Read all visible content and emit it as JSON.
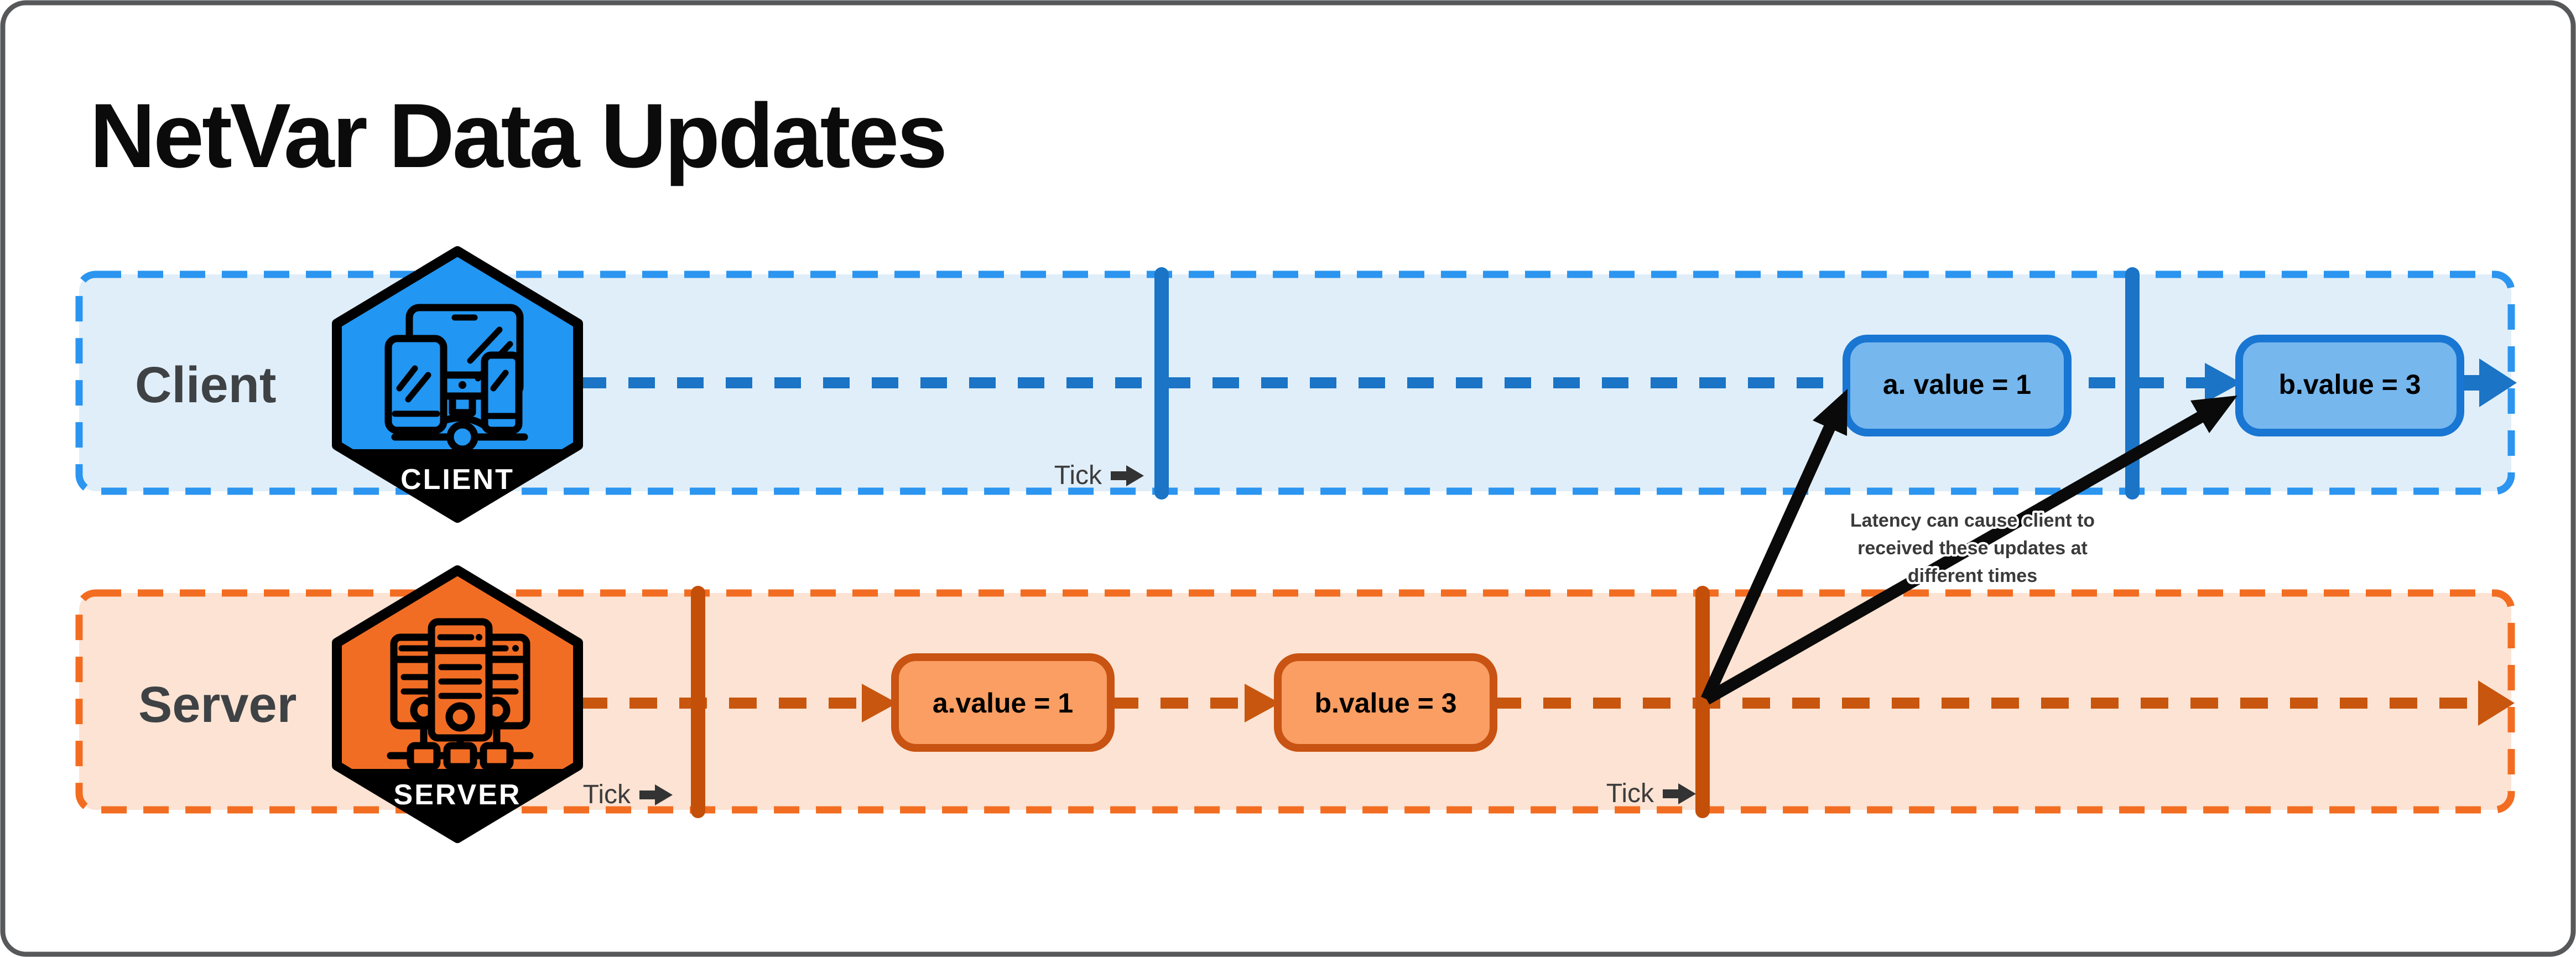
{
  "title": "NetVar Data Updates",
  "colors": {
    "window_border": "#57585a",
    "text_dark": "#3f4245",
    "tick_text": "#3c3c3c",
    "note_text": "#3a3a3a",
    "arrow_black": "#0a0a0a",
    "badge_client": "#2196f3",
    "badge_server": "#f26d24",
    "client_fill": "#e0eef9",
    "client_border": "#2b95f0",
    "client_line": "#1b74c5",
    "client_box_fill": "#76b7ee",
    "client_box_border": "#1976d2",
    "server_fill": "#fce3d3",
    "server_border": "#f26d21",
    "server_line": "#c8560e",
    "server_tick": "#c44f09",
    "server_box_fill": "#fa9e63",
    "server_box_border": "#c85312"
  },
  "client_lane": {
    "label": "Client",
    "badge_label": "CLIENT",
    "tick_label": "Tick",
    "events": [
      {
        "text": "a. value = 1"
      },
      {
        "text": "b.value = 3"
      }
    ]
  },
  "server_lane": {
    "label": "Server",
    "badge_label": "SERVER",
    "tick_labels": [
      "Tick",
      "Tick"
    ],
    "events": [
      {
        "text": "a.value = 1"
      },
      {
        "text": "b.value = 3"
      }
    ]
  },
  "annotation": {
    "lines": [
      "Latency can cause client to",
      "received these updates at",
      "different times"
    ]
  }
}
